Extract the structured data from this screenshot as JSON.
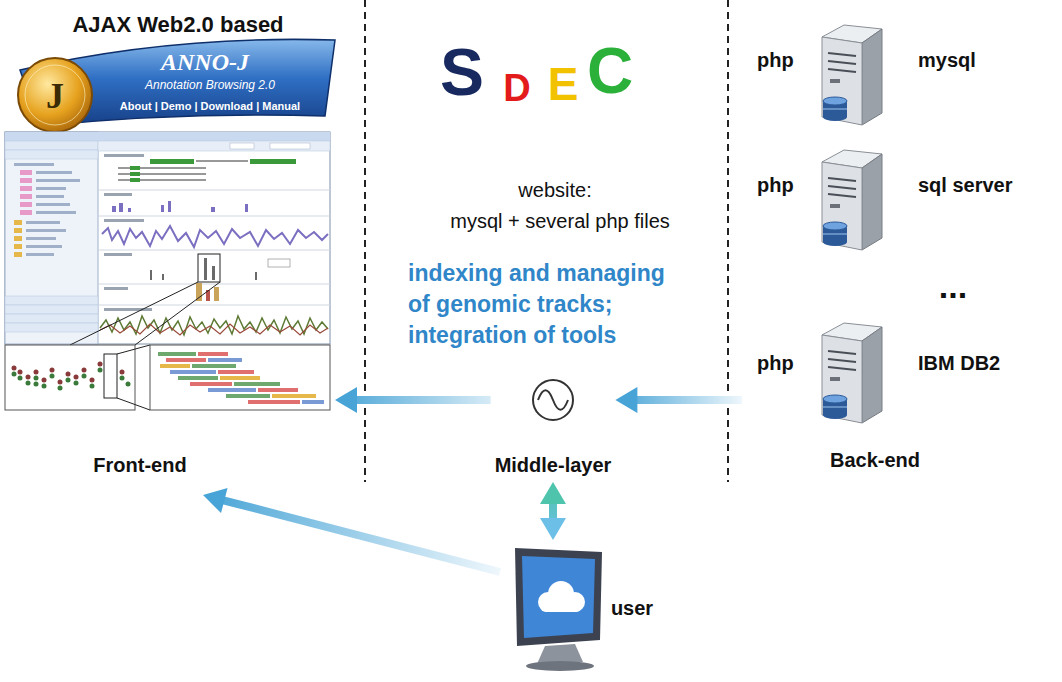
{
  "diagram": {
    "nodes": [
      {
        "text": [
          "Front-end"
        ]
      },
      {
        "text": [
          "Middle-layer"
        ]
      },
      {
        "text": [
          "Back-end"
        ]
      },
      {
        "text": [
          "php",
          "mysql"
        ],
        "in": 2
      },
      {
        "text": [
          "php",
          "sql server"
        ],
        "in": 2
      },
      {
        "text": [
          "php",
          "IBM DB2"
        ],
        "in": 2
      },
      {
        "text": [
          "user"
        ]
      }
    ],
    "edges": [
      {
        "from": 2,
        "to": 1,
        "arrow": "to"
      },
      {
        "from": 1,
        "to": 0,
        "arrow": "to"
      },
      {
        "from": 6,
        "to": 0,
        "arrow": "to"
      },
      {
        "from": 6,
        "to": 1,
        "arrow": "both"
      }
    ],
    "labels": [
      "AJAX Web2.0 based",
      "J",
      "ANNO-J",
      "Annotation Browsing 2.0",
      "About | Demo | Download | Manual",
      "S",
      "D",
      "E",
      "C",
      "website:",
      "mysql + several php files",
      "indexing and managing of genomic tracks; integration of tools",
      "..."
    ]
  }
}
